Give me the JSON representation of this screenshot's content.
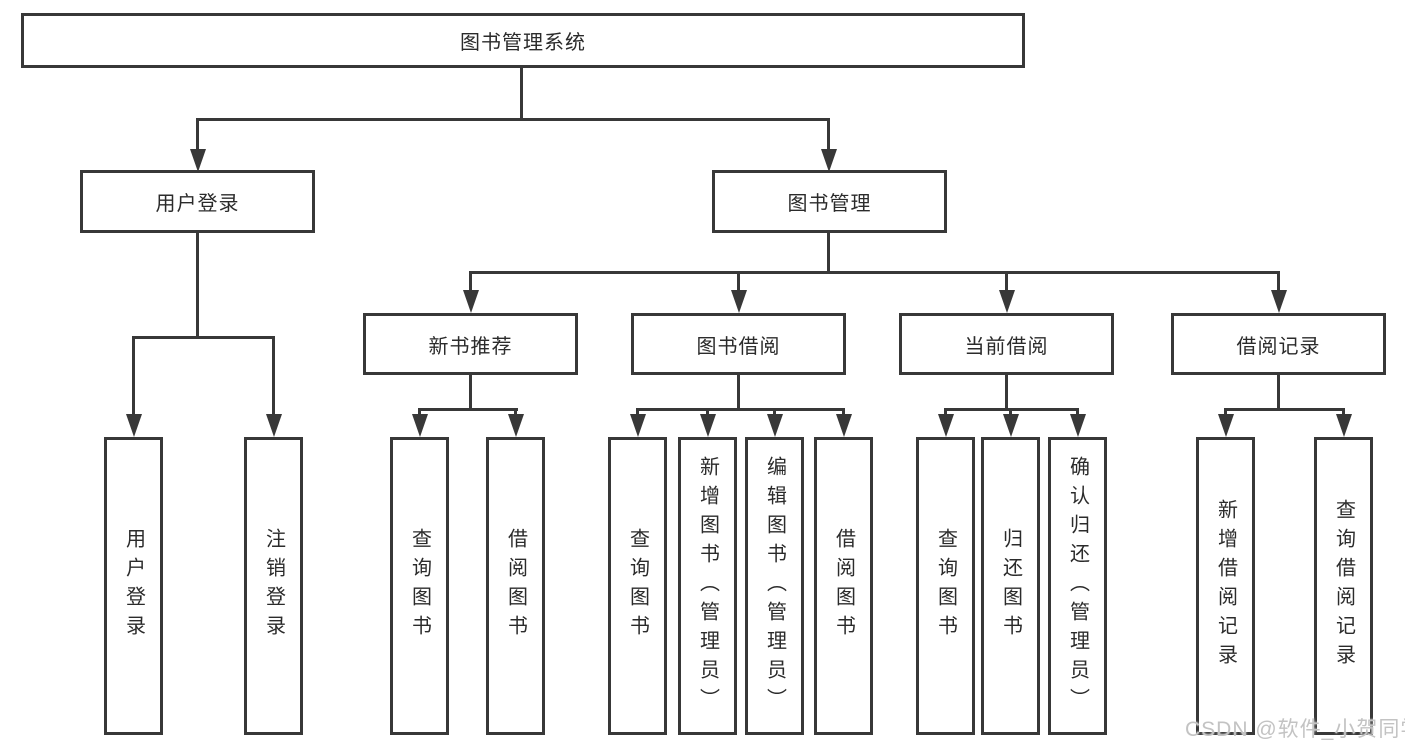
{
  "diagram": {
    "watermark": "CSDN @软件_小贺同学",
    "colors": {
      "line": "#383838",
      "box_border": "#383838",
      "box_background": "#ffffff",
      "text": "#2b2b2b",
      "watermark_text": "#c3c3c3"
    },
    "tree": {
      "label": "图书管理系统",
      "children": [
        {
          "label": "用户登录",
          "children": [
            {
              "label": "用户登录"
            },
            {
              "label": "注销登录"
            }
          ]
        },
        {
          "label": "图书管理",
          "children": [
            {
              "label": "新书推荐",
              "children": [
                {
                  "label": "查询图书"
                },
                {
                  "label": "借阅图书"
                }
              ]
            },
            {
              "label": "图书借阅",
              "children": [
                {
                  "label": "查询图书"
                },
                {
                  "label": "新增图书（管理员）"
                },
                {
                  "label": "编辑图书（管理员）"
                },
                {
                  "label": "借阅图书"
                }
              ]
            },
            {
              "label": "当前借阅",
              "children": [
                {
                  "label": "查询图书"
                },
                {
                  "label": "归还图书"
                },
                {
                  "label": "确认归还（管理员）"
                }
              ]
            },
            {
              "label": "借阅记录",
              "children": [
                {
                  "label": "新增借阅记录"
                },
                {
                  "label": "查询借阅记录"
                }
              ]
            }
          ]
        }
      ]
    }
  }
}
